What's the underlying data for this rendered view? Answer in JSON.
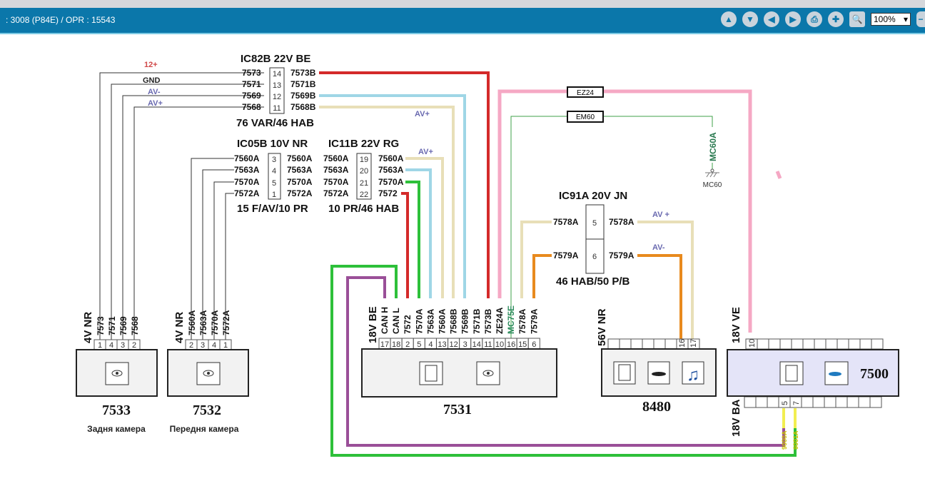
{
  "header": {
    "title": ": 3008 (P84E)  /  OPR : 15543",
    "zoom": "100%",
    "tools": [
      "arrow-up-icon",
      "arrow-down-icon",
      "arrow-left-icon",
      "arrow-right-icon",
      "print-icon",
      "plus-icon",
      "zoom-icon"
    ]
  },
  "signals": {
    "plus12": "12+",
    "gnd": "GND",
    "avm": "AV-",
    "avp": "AV+",
    "avp_ic82": "AV+",
    "avp_ic11": "AV+",
    "avp_ic91": "AV +",
    "avm_ic91": "AV-"
  },
  "colors": {
    "red": "#d42a2a",
    "cyan": "#9fd6e6",
    "beige": "#e8dfb8",
    "green": "#2ec03a",
    "pink": "#f5a8c4",
    "orange": "#e88a1e",
    "purple": "#9a4f98",
    "darkgreen": "#3fa24a"
  },
  "ic82b": {
    "name": "IC82B 22V BE",
    "sub": "76 VAR/46 HAB",
    "rows": [
      {
        "left": "7573",
        "pin": "14",
        "right": "7573B"
      },
      {
        "left": "7571",
        "pin": "13",
        "right": "7571B"
      },
      {
        "left": "7569",
        "pin": "12",
        "right": "7569B"
      },
      {
        "left": "7568",
        "pin": "11",
        "right": "7568B"
      }
    ]
  },
  "ic05b": {
    "name": "IC05B 10V NR",
    "sub": "15 F/AV/10 PR",
    "rows": [
      {
        "left": "7560A",
        "pin": "3",
        "right": "7560A"
      },
      {
        "left": "7563A",
        "pin": "4",
        "right": "7563A"
      },
      {
        "left": "7570A",
        "pin": "5",
        "right": "7570A"
      },
      {
        "left": "7572A",
        "pin": "1",
        "right": "7572A"
      }
    ]
  },
  "ic11b": {
    "name": "IC11B 22V RG",
    "sub": "10 PR/46 HAB",
    "rows": [
      {
        "left": "7560A",
        "pin": "19",
        "right": "7560A"
      },
      {
        "left": "7563A",
        "pin": "20",
        "right": "7563A"
      },
      {
        "left": "7570A",
        "pin": "21",
        "right": "7570A"
      },
      {
        "left": "7572A",
        "pin": "22",
        "right": "7572"
      }
    ]
  },
  "ic91a": {
    "name": "IC91A 20V JN",
    "sub": "46 HAB/50 P/B",
    "rows": [
      {
        "left": "7578A",
        "pin": "5",
        "right": "7578A"
      },
      {
        "left": "7579A",
        "pin": "6",
        "right": "7579A"
      }
    ]
  },
  "splices": {
    "ez24": "EZ24",
    "em60": "EM60",
    "mc60a": "MC60A",
    "mc60": "MC60"
  },
  "c7533": {
    "id": "7533",
    "conn": "4V NR",
    "caption": "Задня камера",
    "pins": [
      "1",
      "4",
      "3",
      "2"
    ],
    "wires": [
      "7573",
      "7571",
      "7569",
      "7568"
    ]
  },
  "c7532": {
    "id": "7532",
    "conn": "4V NR",
    "caption": "Передня камера",
    "pins": [
      "2",
      "3",
      "4",
      "1"
    ],
    "wires": [
      "7560A",
      "7563A",
      "7570A",
      "7572A"
    ]
  },
  "c7531": {
    "id": "7531",
    "conn": "18V BE",
    "pins": [
      "17",
      "18",
      "2",
      "5",
      "4",
      "13",
      "12",
      "3",
      "14",
      "11",
      "10",
      "16",
      "15",
      "6"
    ],
    "wires": [
      "CAN H",
      "CAN L",
      "7572",
      "7570A",
      "7563A",
      "7560A",
      "7568B",
      "7569B",
      "7571B",
      "7573B",
      "ZE24A",
      "MC75E",
      "7578A",
      "7579A"
    ]
  },
  "c8480": {
    "id": "8480",
    "conn": "56V NR",
    "pins": [
      "",
      "",
      "",
      "",
      "",
      "",
      "16",
      "17"
    ]
  },
  "c7500": {
    "id": "7500",
    "conn_top": "18V VE",
    "conn_bottom": "18V BA",
    "top_pin": "10",
    "bottom_pins": [
      "5",
      "7"
    ],
    "bottom_wires": [
      "9000A",
      "9001A"
    ]
  }
}
